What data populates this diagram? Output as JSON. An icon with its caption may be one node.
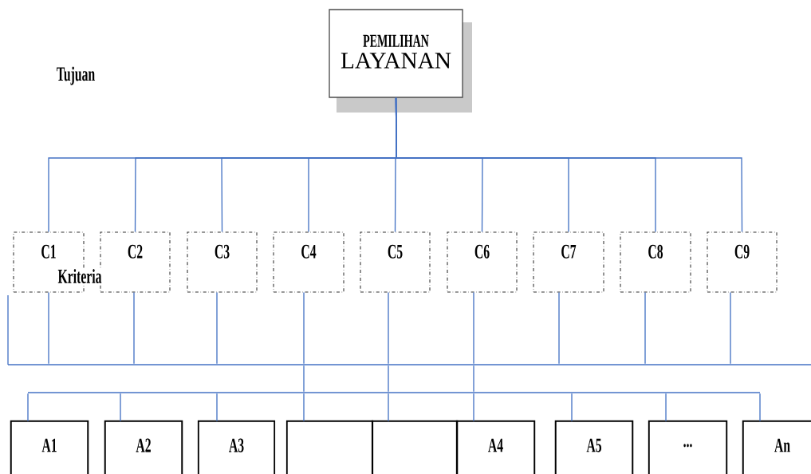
{
  "diagram": {
    "nodes": [
      {
        "text": [
          "PEMILIHAN",
          "LAYANAN"
        ]
      },
      {
        "text": [
          "C1"
        ]
      },
      {
        "text": [
          "C2"
        ]
      },
      {
        "text": [
          "C3"
        ]
      },
      {
        "text": [
          "C4"
        ]
      },
      {
        "text": [
          "C5"
        ]
      },
      {
        "text": [
          "C6"
        ]
      },
      {
        "text": [
          "C7"
        ]
      },
      {
        "text": [
          "C8"
        ]
      },
      {
        "text": [
          "C9"
        ]
      },
      {
        "text": [],
        "shape": "bar"
      },
      {
        "text": [],
        "shape": "bar"
      },
      {
        "text": [
          "A1"
        ]
      },
      {
        "text": [
          "A2"
        ]
      },
      {
        "text": [
          "A3"
        ]
      },
      {
        "text": [],
        "shape": "box"
      },
      {
        "text": [],
        "shape": "box"
      },
      {
        "text": [
          "A4"
        ]
      },
      {
        "text": [
          "A5"
        ]
      },
      {
        "text": [
          "..."
        ]
      },
      {
        "text": [
          "An"
        ]
      }
    ],
    "edges": [
      {
        "from": 0,
        "to": 1,
        "arrow": "none"
      },
      {
        "from": 0,
        "to": 2,
        "arrow": "none"
      },
      {
        "from": 0,
        "to": 3,
        "arrow": "none"
      },
      {
        "from": 0,
        "to": 4,
        "arrow": "none"
      },
      {
        "from": 0,
        "to": 5,
        "arrow": "none"
      },
      {
        "from": 0,
        "to": 6,
        "arrow": "none"
      },
      {
        "from": 0,
        "to": 7,
        "arrow": "none"
      },
      {
        "from": 0,
        "to": 8,
        "arrow": "none"
      },
      {
        "from": 0,
        "to": 9,
        "arrow": "none"
      },
      {
        "from": 1,
        "to": 10,
        "arrow": "none"
      },
      {
        "from": 2,
        "to": 10,
        "arrow": "none"
      },
      {
        "from": 3,
        "to": 10,
        "arrow": "none"
      },
      {
        "from": 4,
        "to": 10,
        "arrow": "none"
      },
      {
        "from": 5,
        "to": 10,
        "arrow": "none"
      },
      {
        "from": 6,
        "to": 10,
        "arrow": "none"
      },
      {
        "from": 7,
        "to": 10,
        "arrow": "none"
      },
      {
        "from": 8,
        "to": 10,
        "arrow": "none"
      },
      {
        "from": 9,
        "to": 10,
        "arrow": "none"
      },
      {
        "from": 10,
        "to": 11,
        "arrow": "none"
      },
      {
        "from": 10,
        "to": 11,
        "arrow": "none"
      },
      {
        "from": 10,
        "to": 11,
        "arrow": "none"
      },
      {
        "from": 11,
        "to": 12,
        "arrow": "none"
      },
      {
        "from": 11,
        "to": 13,
        "arrow": "none"
      },
      {
        "from": 11,
        "to": 14,
        "arrow": "none"
      },
      {
        "from": 11,
        "to": 15,
        "arrow": "none"
      },
      {
        "from": 11,
        "to": 16,
        "arrow": "none"
      },
      {
        "from": 11,
        "to": 17,
        "arrow": "none"
      },
      {
        "from": 11,
        "to": 18,
        "arrow": "none"
      },
      {
        "from": 11,
        "to": 19,
        "arrow": "none"
      },
      {
        "from": 11,
        "to": 20,
        "arrow": "none"
      }
    ],
    "labels": [
      "Tujuan",
      "Kriteria"
    ]
  }
}
